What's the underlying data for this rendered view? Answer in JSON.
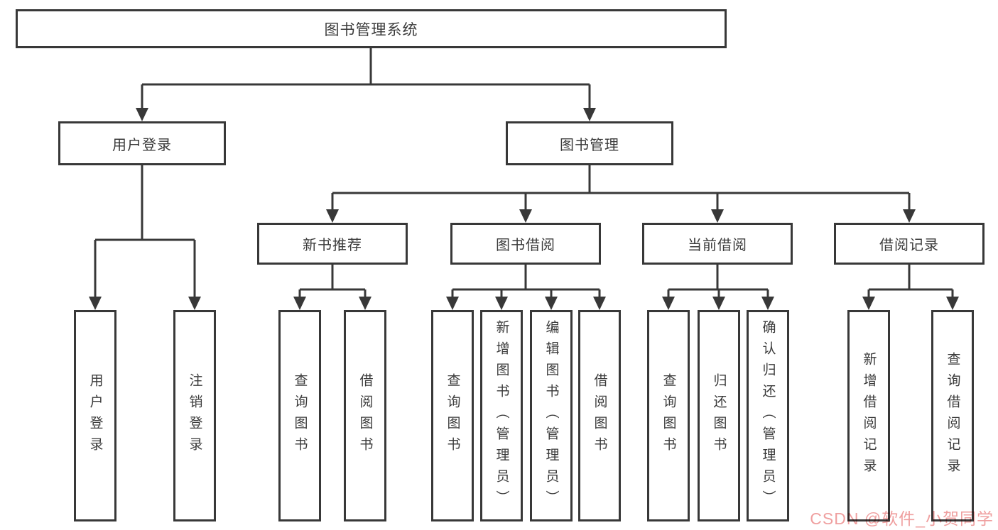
{
  "chart": {
    "root": {
      "label": "图书管理系统"
    },
    "children": [
      {
        "label": "用户登录",
        "children": [
          {
            "label": "用户登录"
          },
          {
            "label": "注销登录"
          }
        ]
      },
      {
        "label": "图书管理",
        "children": [
          {
            "label": "新书推荐",
            "children": [
              {
                "label": "查询图书"
              },
              {
                "label": "借阅图书"
              }
            ]
          },
          {
            "label": "图书借阅",
            "children": [
              {
                "label": "查询图书"
              },
              {
                "label": "新增图书（管理员）"
              },
              {
                "label": "编辑图书（管理员）"
              },
              {
                "label": "借阅图书"
              }
            ]
          },
          {
            "label": "当前借阅",
            "children": [
              {
                "label": "查询图书"
              },
              {
                "label": "归还图书"
              },
              {
                "label": "确认归还（管理员）"
              }
            ]
          },
          {
            "label": "借阅记录",
            "children": [
              {
                "label": "新增借阅记录"
              },
              {
                "label": "查询借阅记录"
              }
            ]
          }
        ]
      }
    ]
  },
  "watermark": {
    "text": "CSDN @软件_小贺同学"
  },
  "colors": {
    "line": "#383838",
    "text": "#3a3a3a",
    "background": "#ffffff",
    "watermark_pink": "#ef9f9f"
  }
}
